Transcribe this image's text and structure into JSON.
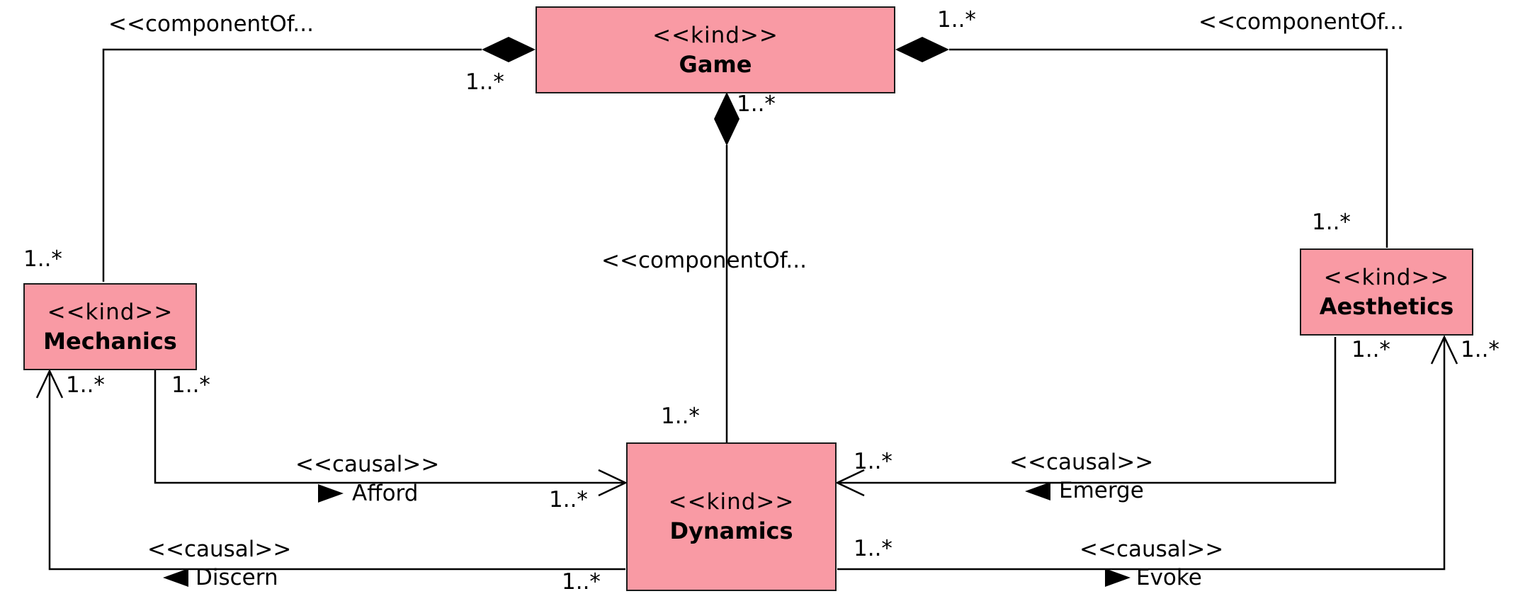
{
  "classes": {
    "game": {
      "stereotype": "<<kind>>",
      "name": "Game"
    },
    "mechanics": {
      "stereotype": "<<kind>>",
      "name": "Mechanics"
    },
    "dynamics": {
      "stereotype": "<<kind>>",
      "name": "Dynamics"
    },
    "aesthetics": {
      "stereotype": "<<kind>>",
      "name": "Aesthetics"
    }
  },
  "associations": {
    "game_mechanics": {
      "stereotype": "<<componentOf...",
      "mult_game": "1..*",
      "mult_mechanics": "1..*"
    },
    "game_aesthetics": {
      "stereotype": "<<componentOf...",
      "mult_game": "1..*",
      "mult_aesthetics": "1..*"
    },
    "game_dynamics": {
      "stereotype": "<<componentOf...",
      "mult_game": "1..*",
      "mult_dynamics": "1..*"
    },
    "afford": {
      "stereotype": "<<causal>>",
      "name": "Afford",
      "mult_source": "1..*",
      "mult_target": "1..*"
    },
    "discern": {
      "stereotype": "<<causal>>",
      "name": "Discern",
      "mult_source": "1..*",
      "mult_target": "1..*"
    },
    "emerge": {
      "stereotype": "<<causal>>",
      "name": "Emerge",
      "mult_source": "1..*",
      "mult_target": "1..*"
    },
    "evoke": {
      "stereotype": "<<causal>>",
      "name": "Evoke",
      "mult_source": "1..*",
      "mult_target": "1..*"
    }
  },
  "colors": {
    "class_fill": "#f99aa4",
    "line": "#000000"
  }
}
